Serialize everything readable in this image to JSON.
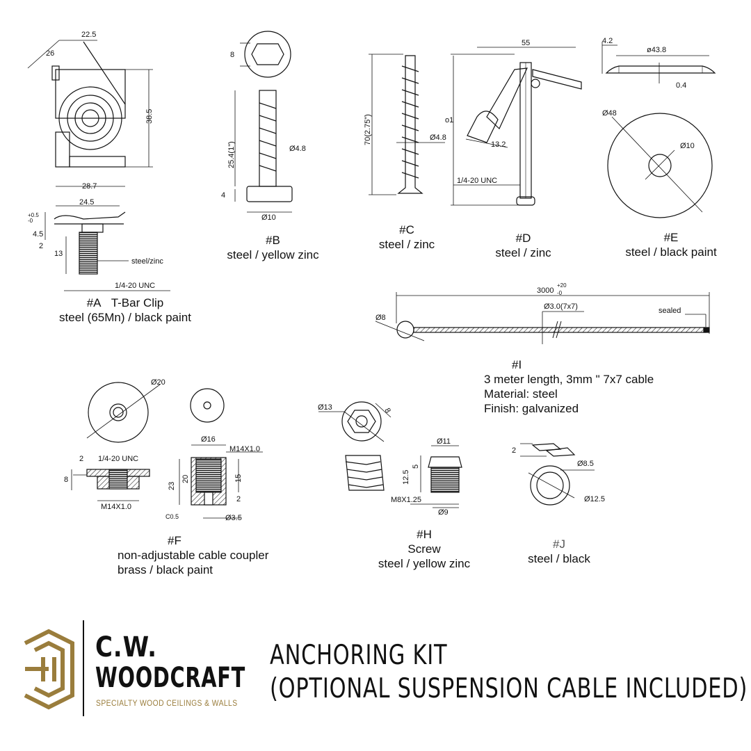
{
  "parts": {
    "A": {
      "id": "#A",
      "name": "T-Bar Clip",
      "material": "steel (65Mn) / black paint",
      "dims": [
        "22.5",
        "26",
        "38.5",
        "28.7",
        "24.5",
        "2",
        "13",
        "1/4-20 UNC",
        "steel/zinc",
        "4.5",
        "+0.5",
        "-0"
      ]
    },
    "B": {
      "id": "#B",
      "material": "steel / yellow zinc",
      "dims": [
        "8",
        "25.4(1\")",
        "Ø4.8",
        "4",
        "Ø10"
      ]
    },
    "C": {
      "id": "#C",
      "material": "steel /  zinc",
      "dims": [
        "70(2.75\")",
        "Ø4.8"
      ]
    },
    "D": {
      "id": "#D",
      "material": "steel / zinc",
      "dims": [
        "55",
        "13.2",
        "1/4-20 UNC",
        "o1"
      ]
    },
    "E": {
      "id": "#E",
      "material": "steel / black paint",
      "dims": [
        "4.2",
        "ø43.8",
        "0.4",
        "Ø48",
        "Ø10"
      ]
    },
    "I": {
      "id": "#I",
      "lines": [
        "3 meter length, 3mm \" 7x7 cable",
        "Material: steel",
        "Finish: galvanized"
      ],
      "dims": [
        "3000",
        "+20",
        "-0",
        "Ø3.0(7x7)",
        "Ø8",
        "sealed"
      ]
    },
    "F": {
      "id": "#F",
      "name": "non-adjustable cable coupler",
      "material": "brass /  black paint",
      "dims": [
        "Ø20",
        "2",
        "1/4-20 UNC",
        "8",
        "M14X1.0",
        "Ø16",
        "M14X1.0",
        "23",
        "20",
        "15",
        "2",
        "C0.5",
        "Ø3.5"
      ]
    },
    "H": {
      "id": "#H",
      "name": "Screw",
      "material": "steel / yellow zinc",
      "dims": [
        "Ø13",
        "8",
        "Ø11",
        "5",
        "12.5",
        "M8X1.25",
        "Ø9"
      ]
    },
    "J": {
      "id": "#J",
      "material": "steel / black",
      "dims": [
        "2",
        "Ø8.5",
        "Ø12.5"
      ]
    }
  },
  "brand": {
    "line1": "C.W.",
    "line2": "WOODCRAFT",
    "tagline": "SPECIALTY WOOD CEILINGS & WALLS",
    "gold": "#9a7d3c",
    "logo": "stacked-3w-monogram"
  },
  "title": {
    "line1": "ANCHORING KIT",
    "line2": "(OPTIONAL SUSPENSION CABLE INCLUDED)"
  }
}
